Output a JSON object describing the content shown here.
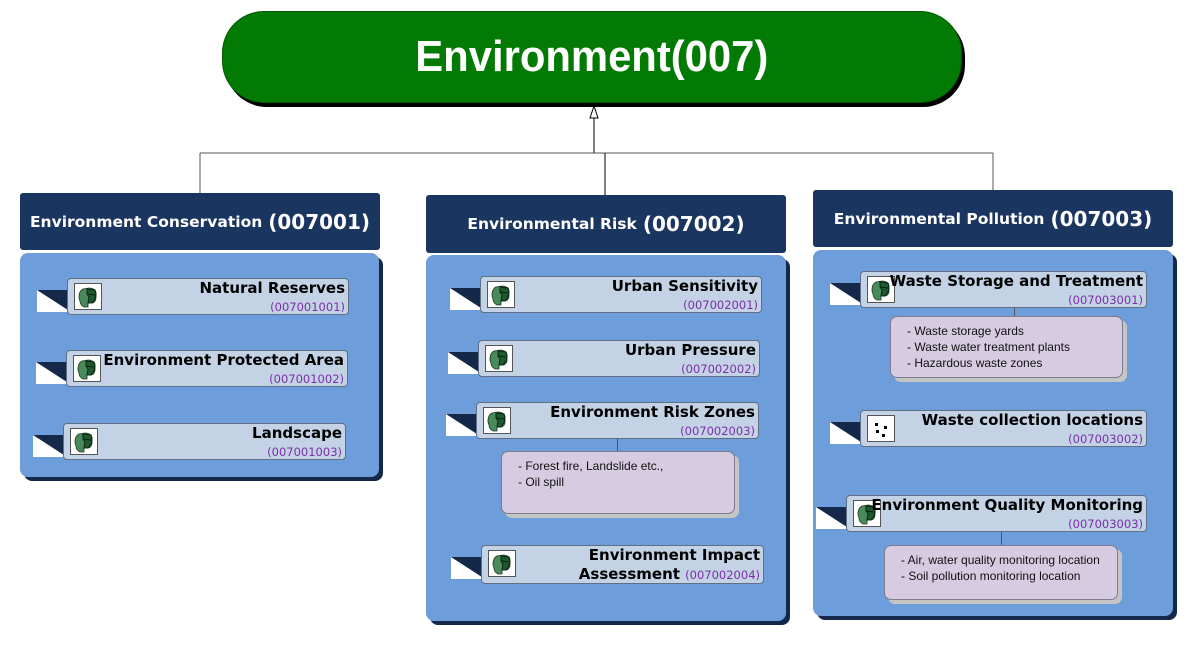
{
  "root": {
    "title": "Environment(007)",
    "color": "#027a03"
  },
  "colors": {
    "header": "#1a355f",
    "panel": "#6d9edb",
    "card": "#c3d3e5",
    "code": "#7b2fa8",
    "note": "#d6cbe0"
  },
  "columns": [
    {
      "name": "Environment Conservation",
      "code": "(007001)",
      "items": [
        {
          "title": "Natural Reserves",
          "code": "(007001001)",
          "icon": "layer-polygon-icon"
        },
        {
          "title": "Environment Protected Area",
          "code": "(007001002)",
          "icon": "layer-polygon-icon"
        },
        {
          "title": "Landscape",
          "code": "(007001003)",
          "icon": "layer-polygon-icon"
        }
      ]
    },
    {
      "name": "Environmental Risk",
      "code": "(007002)",
      "items": [
        {
          "title": "Urban Sensitivity",
          "code": "(007002001)",
          "icon": "layer-polygon-icon"
        },
        {
          "title": "Urban Pressure",
          "code": "(007002002)",
          "icon": "layer-polygon-icon"
        },
        {
          "title": "Environment Risk Zones",
          "code": "(007002003)",
          "icon": "layer-polygon-icon",
          "notes": [
            "- Forest fire, Landslide etc.,",
            "- Oil spill"
          ]
        },
        {
          "title_line1": "Environment Impact",
          "title_line2": "Assessment",
          "code": "(007002004)",
          "icon": "layer-polygon-icon"
        }
      ]
    },
    {
      "name": "Environmental Pollution",
      "code": "(007003)",
      "items": [
        {
          "title": "Waste Storage and Treatment",
          "code": "(007003001)",
          "icon": "layer-polygon-icon",
          "notes": [
            "- Waste storage yards",
            "- Waste water treatment plants",
            "- Hazardous waste zones"
          ]
        },
        {
          "title": "Waste collection locations",
          "code": "(007003002)",
          "icon": "layer-point-icon"
        },
        {
          "title": "Environment Quality Monitoring",
          "code": "(007003003)",
          "icon": "layer-polygon-icon",
          "notes": [
            "- Air, water quality monitoring location",
            "- Soil pollution monitoring location"
          ]
        }
      ]
    }
  ]
}
